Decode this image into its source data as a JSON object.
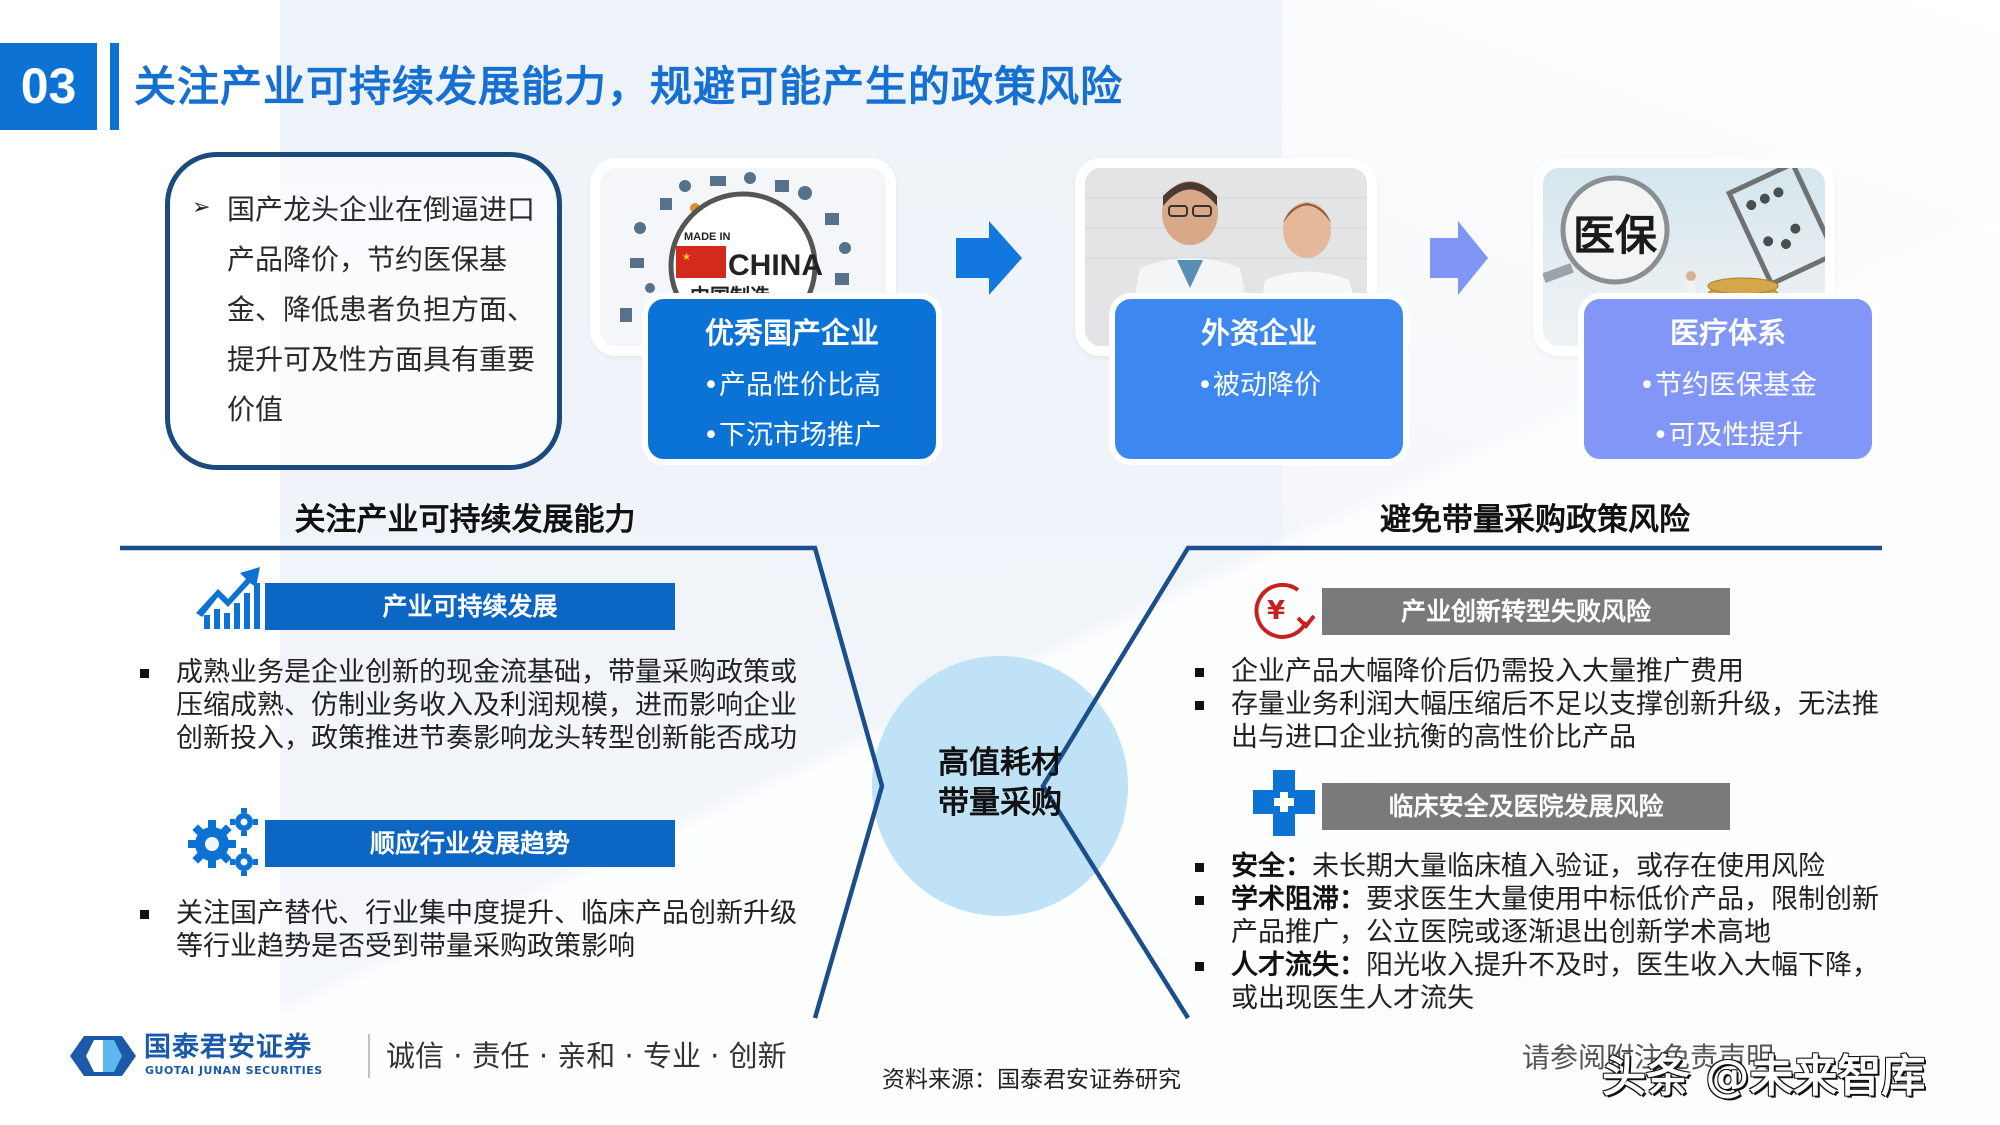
{
  "header": {
    "section_number": "03",
    "title": "关注产业可持续发展能力，规避可能产生的政策风险"
  },
  "intro": {
    "bullet_icon": "arrowhead-bullet",
    "text": "国产龙头企业在倒逼进口产品降价，节约医保基金、降低患者负担方面、提升可及性方面具有重要价值"
  },
  "cards": [
    {
      "image": "made-in-china-magnifier-image",
      "image_text": [
        "MADE IN",
        "CHINA",
        "中国制造"
      ],
      "title": "优秀国产企业",
      "bullets": [
        "•产品性价比高",
        "•下沉市场推广"
      ],
      "color": "#0b72d6"
    },
    {
      "image": "doctors-photo",
      "title": "外资企业",
      "bullets": [
        "•被动降价"
      ],
      "color": "#3c88f0"
    },
    {
      "image": "medical-insurance-abacus-image",
      "image_text": [
        "医保"
      ],
      "title": "医疗体系",
      "bullets": [
        "•节约医保基金",
        "•可及性提升"
      ],
      "color": "#8196f6"
    }
  ],
  "arrows": [
    {
      "color": "#1277de"
    },
    {
      "color": "#7f96f5"
    }
  ],
  "left": {
    "heading": "关注产业可持续发展能力",
    "groups": [
      {
        "icon": "growth-chart-icon",
        "label": "产业可持续发展",
        "bullets": [
          "成熟业务是企业创新的现金流基础，带量采购政策或压缩成熟、仿制业务收入及利润规模，进而影响企业创新投入，政策推进节奏影响龙头转型创新能否成功"
        ]
      },
      {
        "icon": "gears-icon",
        "label": "顺应行业发展趋势",
        "bullets": [
          "关注国产替代、行业集中度提升、临床产品创新升级等行业趋势是否受到带量采购政策影响"
        ]
      }
    ]
  },
  "center": {
    "line1": "高值耗材",
    "line2": "带量采购"
  },
  "right": {
    "heading": "避免带量采购政策风险",
    "groups": [
      {
        "icon": "yuan-decline-icon",
        "label": "产业创新转型失败风险",
        "bullets": [
          {
            "bold": "",
            "text": "企业产品大幅降价后仍需投入大量推广费用"
          },
          {
            "bold": "",
            "text": "存量业务利润大幅压缩后不足以支撑创新升级，无法推出与进口企业抗衡的高性价比产品"
          }
        ]
      },
      {
        "icon": "medical-cross-icon",
        "label": "临床安全及医院发展风险",
        "bullets": [
          {
            "bold": "安全：",
            "text": "未长期大量临床植入验证，或存在使用风险"
          },
          {
            "bold": "学术阻滞：",
            "text": "要求医生大量使用中标低价产品，限制创新产品推广，公立医院或逐渐退出创新学术高地"
          },
          {
            "bold": "人才流失：",
            "text": "阳光收入提升不及时，医生收入大幅下降，或出现医生人才流失"
          }
        ]
      }
    ]
  },
  "footer": {
    "brand_cn": "国泰君安证券",
    "brand_en": "GUOTAI JUNAN SECURITIES",
    "slogan": "诚信 · 责任 · 亲和 · 专业 · 创新",
    "source": "资料来源：国泰君安证券研究",
    "disclaimer": "请参阅附注免责声明",
    "watermark": "头条 @未来智库"
  },
  "colors": {
    "primary_blue": "#0c72d4",
    "title_blue": "#1670d2",
    "dark_navy_line": "#1b4a7e",
    "subhead_blue": "#0b66c4",
    "subhead_gray": "#7a7a7a",
    "circle_fill": "#bfe2f6",
    "risk_red": "#c8201f"
  }
}
